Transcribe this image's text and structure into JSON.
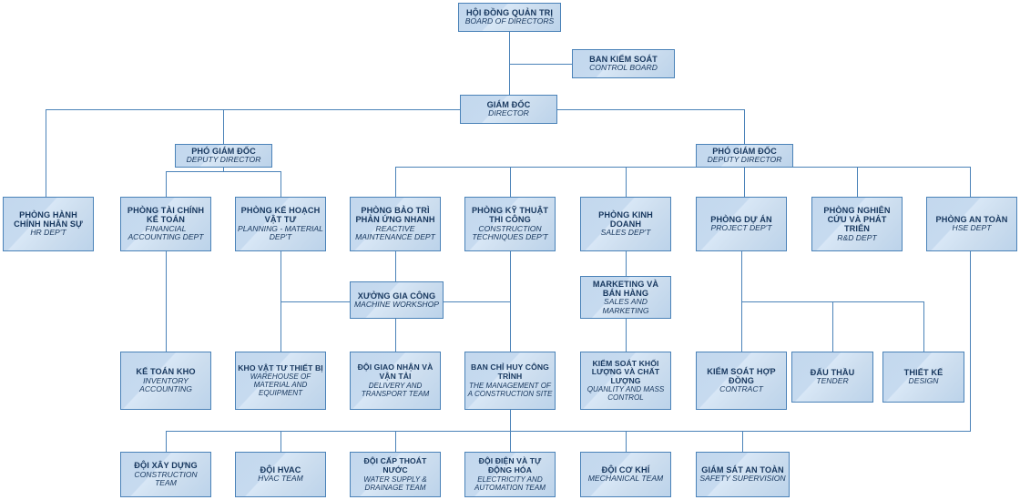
{
  "chart_meta": {
    "type": "org-chart",
    "title": "Company Organizational Structure",
    "language_primary": "Vietnamese",
    "language_secondary": "English",
    "box_fill_color": "#c6daef",
    "box_border_color": "#4a82b8",
    "text_color": "#17375e",
    "line_color": "#4a82b8",
    "background_color": "#ffffff",
    "levels": 7,
    "node_count": 33
  },
  "nodes": {
    "board_of_directors": {
      "vn": "HỘI ĐỒNG QUẢN TRỊ",
      "en": "BOARD OF DIRECTORS"
    },
    "control_board": {
      "vn": "BAN KIỂM SOÁT",
      "en": "CONTROL BOARD"
    },
    "director": {
      "vn": "GIÁM ĐỐC",
      "en": "DIRECTOR"
    },
    "deputy_director_left": {
      "vn": "PHÓ GIÁM ĐỐC",
      "en": "DEPUTY DIRECTOR"
    },
    "deputy_director_right": {
      "vn": "PHÓ GIÁM ĐỐC",
      "en": "DEPUTY DIRECTOR"
    },
    "hr_dept": {
      "vn": "PHÒNG HÀNH CHÍNH NHÂN SỰ",
      "en": "HR DEP'T"
    },
    "finance_dept": {
      "vn": "PHÒNG TÀI CHÍNH KẾ TOÁN",
      "en": "FINANCIAL ACCOUNTING DEPT"
    },
    "planning_dept": {
      "vn": "PHÒNG KẾ HOẠCH VẬT TƯ",
      "en": "PLANNING - MATERIAL DEP'T"
    },
    "maintenance_dept": {
      "vn": "PHÒNG BẢO TRÌ PHẢN ỨNG NHANH",
      "en": "REACTIVE MAINTENANCE DEPT"
    },
    "construction_dept": {
      "vn": "PHÒNG KỸ THUẬT THI CÔNG",
      "en": "CONSTRUCTION TECHNIQUES DEP'T"
    },
    "sales_dept": {
      "vn": "PHÒNG KINH DOANH",
      "en": "SALES DEP'T"
    },
    "project_dept": {
      "vn": "PHÒNG DỰ ÁN",
      "en": "PROJECT DEP'T"
    },
    "rd_dept": {
      "vn": "PHÒNG NGHIÊN CỨU VÀ PHÁT TRIỂN",
      "en": "R&D DEPT"
    },
    "hse_dept": {
      "vn": "PHÒNG AN TOÀN",
      "en": "HSE DEPT"
    },
    "machine_workshop": {
      "vn": "XƯỞNG GIA CÔNG",
      "en": "MACHINE WORKSHOP"
    },
    "sales_and_marketing": {
      "vn": "MARKETING VÀ BÁN HÀNG",
      "en": "SALES AND MARKETING"
    },
    "inventory_accounting": {
      "vn": "KẾ TOÁN KHO",
      "en": "INVENTORY ACCOUNTING"
    },
    "warehouse": {
      "vn": "KHO VẬT TƯ THIẾT BỊ",
      "en": "WAREHOUSE OF MATERIAL AND EQUIPMENT"
    },
    "delivery_transport": {
      "vn": "ĐỘI GIAO NHẬN VÀ VẬN TẢI",
      "en": "DELIVERY AND TRANSPORT TEAM"
    },
    "site_management": {
      "vn": "BAN CHỈ HUY CÔNG TRÌNH",
      "en": "THE MANAGEMENT OF A CONSTRUCTION SITE"
    },
    "quantity_mass_control": {
      "vn": "KIỂM SOÁT KHỐI LƯỢNG VÀ CHẤT LƯỢNG",
      "en": "QUANLITY AND MASS CONTROL"
    },
    "contract_control": {
      "vn": "KIỂM SOÁT HỢP ĐỒNG",
      "en": "CONTRACT"
    },
    "tender": {
      "vn": "ĐẤU THẦU",
      "en": "TENDER"
    },
    "design": {
      "vn": "THIẾT KẾ",
      "en": "DESIGN"
    },
    "construction_team": {
      "vn": "ĐỘI XÂY DỰNG",
      "en": "CONSTRUCTION TEAM"
    },
    "hvac_team": {
      "vn": "ĐỘI HVAC",
      "en": "HVAC TEAM"
    },
    "water_team": {
      "vn": "ĐỘI CẤP THOÁT NƯỚC",
      "en": "WATER SUPPLY & DRAINAGE TEAM"
    },
    "electricity_team": {
      "vn": "ĐỘI ĐIỆN VÀ TỰ ĐỘNG HÓA",
      "en": "ELECTRICITY AND AUTOMATION TEAM"
    },
    "mechanical_team": {
      "vn": "ĐỘI CƠ KHÍ",
      "en": "MECHANICAL TEAM"
    },
    "safety_supervision": {
      "vn": "GIÁM SÁT AN TOÀN",
      "en": "SAFETY SUPERVISION"
    }
  }
}
